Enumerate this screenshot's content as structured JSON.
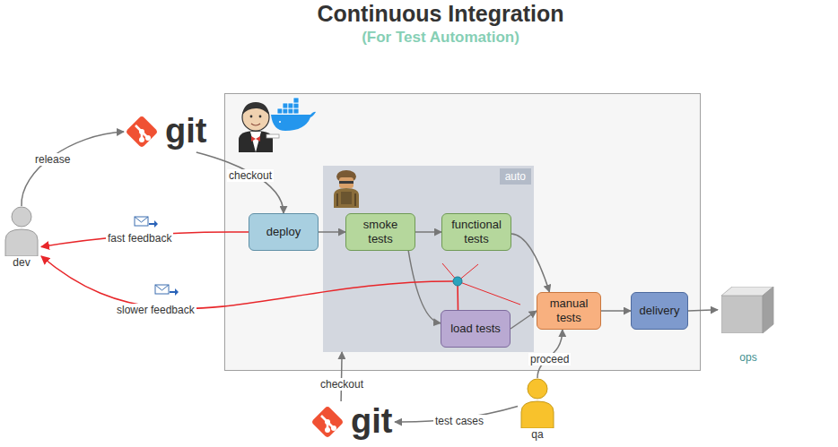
{
  "diagram": {
    "title": "Continuous Integration",
    "caption": "(For Test Automation)",
    "nodes": [
      {
        "text": [
          "git"
        ]
      },
      {
        "text": [
          "dev"
        ]
      },
      {
        "text": [
          "auto"
        ]
      },
      {
        "text": [
          "deploy"
        ]
      },
      {
        "text": [
          "smoke tests"
        ],
        "in": 2
      },
      {
        "text": [
          "functional tests"
        ],
        "in": 2
      },
      {
        "text": [
          "load tests"
        ],
        "in": 2
      },
      {
        "text": [
          "manual tests"
        ]
      },
      {
        "text": [
          "delivery"
        ]
      },
      {
        "text": [
          "ops"
        ]
      },
      {
        "text": [
          "git"
        ]
      },
      {
        "text": [
          "qa"
        ]
      }
    ],
    "edges": [
      {
        "from": 1,
        "to": 0,
        "label": "release",
        "arrow": "to"
      },
      {
        "from": 0,
        "to": 3,
        "label": "checkout",
        "arrow": "to"
      },
      {
        "from": 3,
        "to": 4,
        "arrow": "to"
      },
      {
        "from": 4,
        "to": 5,
        "arrow": "to"
      },
      {
        "from": 4,
        "to": 6,
        "arrow": "to"
      },
      {
        "from": 5,
        "to": 7,
        "arrow": "to"
      },
      {
        "from": 6,
        "to": 7,
        "arrow": "to"
      },
      {
        "from": 7,
        "to": 8,
        "arrow": "to"
      },
      {
        "from": 8,
        "to": 9,
        "arrow": "to"
      },
      {
        "from": 3,
        "to": 1,
        "label": "fast feedback",
        "arrow": "to"
      },
      {
        "from": 6,
        "to": 1,
        "label": "slower feedback",
        "arrow": "to"
      },
      {
        "from": 10,
        "to": 2,
        "label": "checkout",
        "arrow": "to"
      },
      {
        "from": 11,
        "to": 10,
        "label": "test cases",
        "arrow": "to"
      },
      {
        "from": 11,
        "to": 7,
        "label": "proceed",
        "arrow": "to"
      }
    ]
  }
}
